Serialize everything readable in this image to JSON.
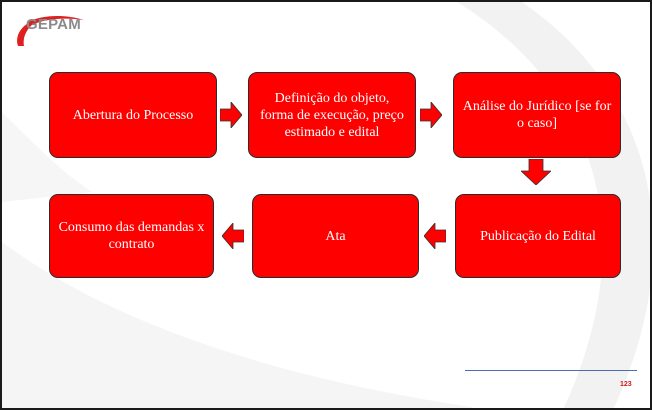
{
  "logo": {
    "text": "GEPAM"
  },
  "flow": {
    "boxes": [
      {
        "label": "Abertura do Processo"
      },
      {
        "label": "Definição do objeto, forma de execução, preço estimado e edital"
      },
      {
        "label": "Análise do Jurídico [se for o caso]"
      },
      {
        "label": "Publicação do Edital"
      },
      {
        "label": "Ata"
      },
      {
        "label": "Consumo das demandas x contrato"
      }
    ]
  },
  "footer": {
    "page_number": "123"
  },
  "colors": {
    "box_fill": "#ff0000",
    "box_border": "#2b2b2b",
    "arrow_fill": "#ff0000",
    "logo_swoosh": "#e02020",
    "footer_line": "#4a6fb0",
    "page_number": "#d11a1a"
  }
}
